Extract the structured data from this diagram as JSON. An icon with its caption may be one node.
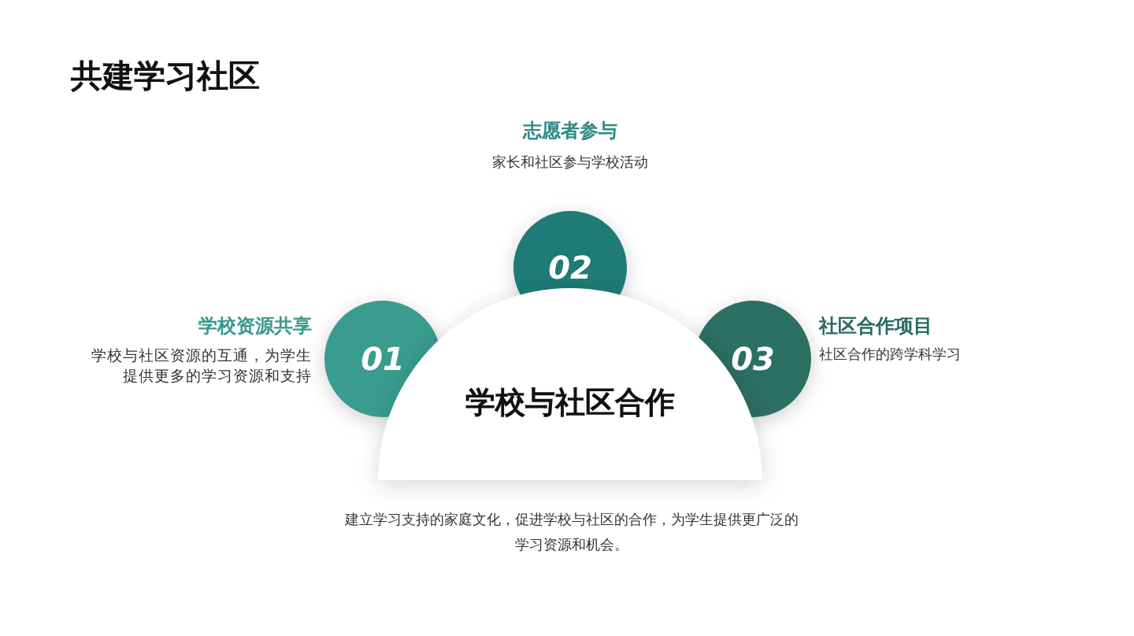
{
  "diagram": {
    "title": "共建学习社区",
    "nodes": [
      {
        "text": [
          "学校与社区合作"
        ]
      },
      {
        "text": [
          "01"
        ],
        "beside": [
          "学校资源共享",
          "学校与社区资源的互通，为学生提供更多的学习资源和支持"
        ]
      },
      {
        "text": [
          "02"
        ],
        "beside": [
          "志愿者参与",
          "家长和社区参与学校活动"
        ]
      },
      {
        "text": [
          "03"
        ],
        "beside": [
          "社区合作项目",
          "社区合作的跨学科学习"
        ]
      }
    ],
    "labels": [
      "建立学习支持的家庭文化，促进学校与社区的合作，为学生提供更广泛的学习资源和机会。"
    ]
  }
}
